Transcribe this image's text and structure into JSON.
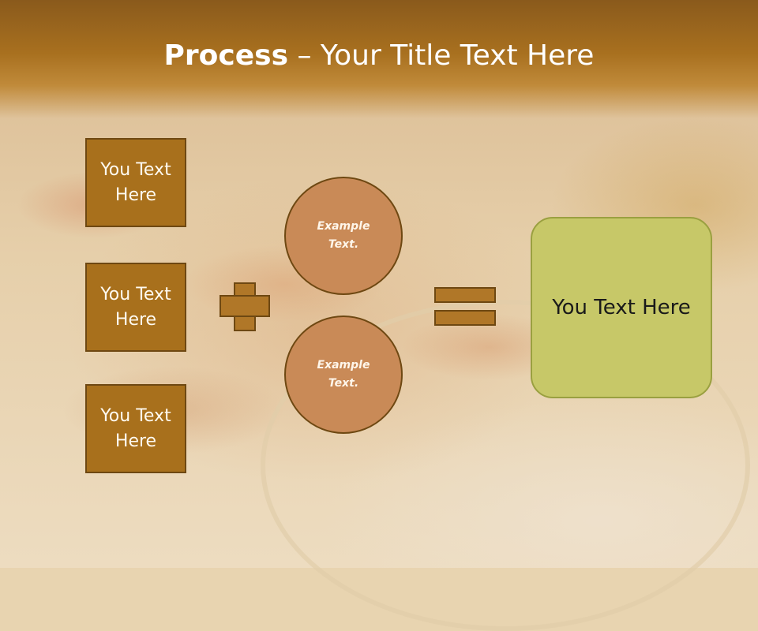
{
  "slide": {
    "title_bold": "Process",
    "title_rest": " – Your Title Text Here"
  },
  "left_boxes": [
    {
      "label": "You Text Here"
    },
    {
      "label": "You Text Here"
    },
    {
      "label": "You Text Here"
    }
  ],
  "circles": [
    {
      "label": "Example Text."
    },
    {
      "label": "Example Text."
    }
  ],
  "result": {
    "label": "You Text Here"
  },
  "colors": {
    "header": "#a8701f",
    "box_fill": "#a8701c",
    "circle_fill": "#c98a57",
    "result_fill": "#c7c868",
    "operator_fill": "#b07728"
  },
  "icons": [
    "plus-sign",
    "equals-sign"
  ]
}
